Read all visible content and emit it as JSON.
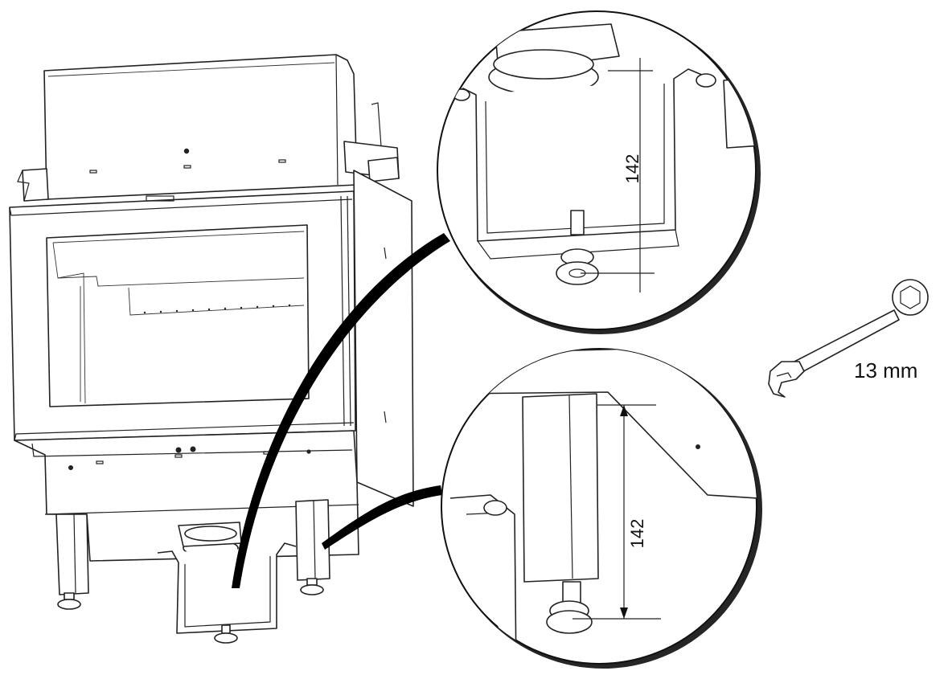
{
  "diagram": {
    "detail_top": {
      "dimension_label": "142"
    },
    "detail_bottom": {
      "dimension_label": "142"
    },
    "wrench": {
      "size_label": "13 mm",
      "icon": "wrench-icon"
    }
  }
}
